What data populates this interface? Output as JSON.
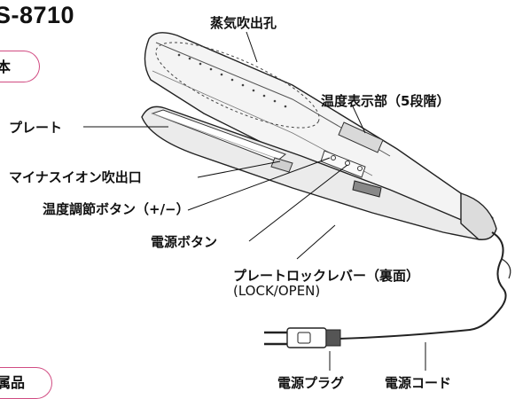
{
  "header": {
    "model": "S-8710"
  },
  "sections": {
    "main_unit": "本",
    "accessories": "属品"
  },
  "labels": {
    "steam_holes": "蒸気吹出孔",
    "temp_display": "温度表示部（5段階）",
    "plate": "プレート",
    "minus_ion": "マイナスイオン吹出口",
    "temp_button": "温度調節ボタン（+/−）",
    "power_button": "電源ボタン",
    "plate_lock": "プレートロックレバー（裏面）",
    "plate_lock_sub": "(LOCK/OPEN)",
    "power_plug": "電源プラグ",
    "power_cord": "電源コード"
  }
}
